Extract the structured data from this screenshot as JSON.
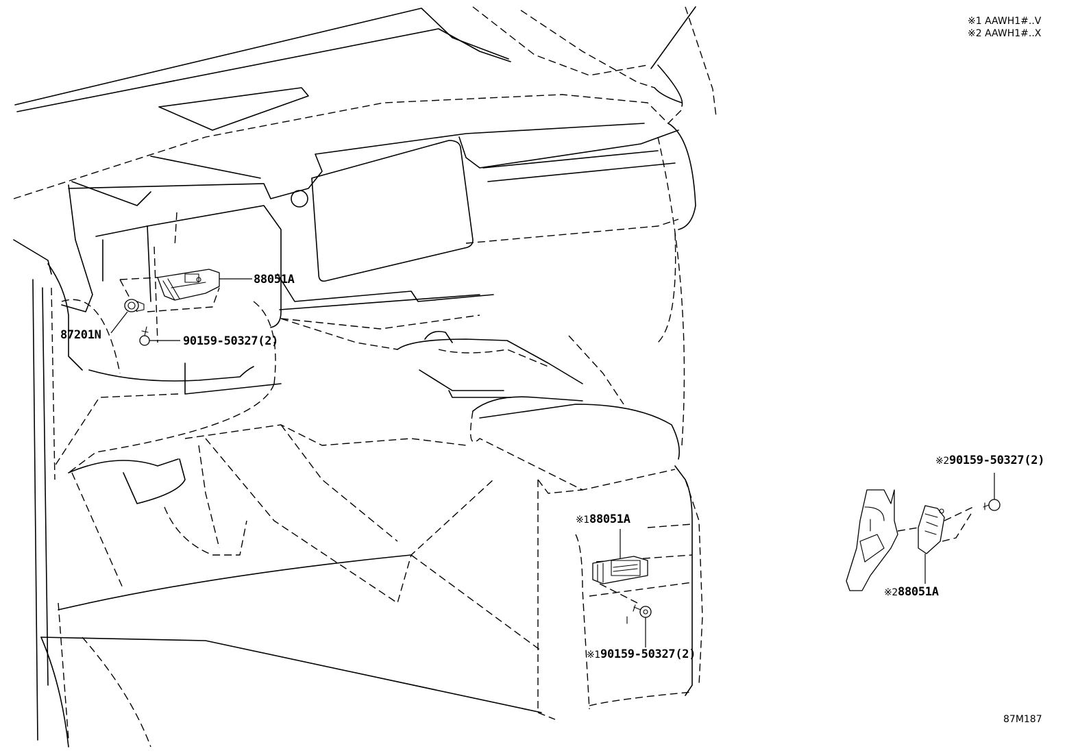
{
  "notes": [
    {
      "mark": "※1",
      "text": "AAWH1#..V"
    },
    {
      "mark": "※2",
      "text": "AAWH1#..X"
    }
  ],
  "callouts": {
    "switch_dash": {
      "mark": "",
      "text": "88051A"
    },
    "clip_dash": {
      "mark": "",
      "text": "87201N"
    },
    "screw_dash": {
      "mark": "",
      "text": "90159-50327(2)"
    },
    "switch_console": {
      "mark": "※1",
      "text": "88051A"
    },
    "screw_console": {
      "mark": "※1",
      "text": "90159-50327(2)"
    },
    "screw_detail": {
      "mark": "※2",
      "text": "90159-50327(2)"
    },
    "switch_detail": {
      "mark": "※2",
      "text": "88051A"
    }
  },
  "diagram_code": "87M187"
}
